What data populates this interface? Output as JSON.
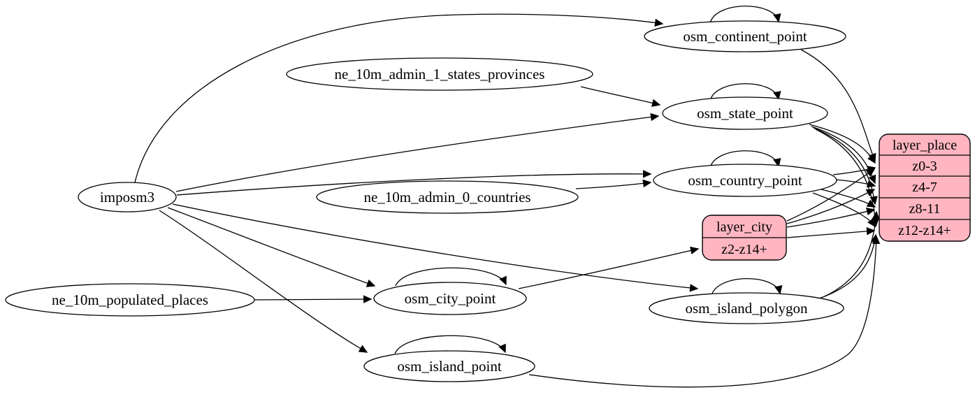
{
  "nodes": {
    "imposm3": "imposm3",
    "ne_10m_admin_1_states_provinces": "ne_10m_admin_1_states_provinces",
    "ne_10m_admin_0_countries": "ne_10m_admin_0_countries",
    "ne_10m_populated_places": "ne_10m_populated_places",
    "osm_continent_point": "osm_continent_point",
    "osm_state_point": "osm_state_point",
    "osm_country_point": "osm_country_point",
    "osm_city_point": "osm_city_point",
    "osm_island_polygon": "osm_island_polygon",
    "osm_island_point": "osm_island_point"
  },
  "layer_city": {
    "title": "layer_city",
    "rows": [
      "z2-z14+"
    ]
  },
  "layer_place": {
    "title": "layer_place",
    "rows": [
      "z0-3",
      "z4-7",
      "z8-11",
      "z12-z14+"
    ]
  },
  "colors": {
    "record_fill": "#ffb6c1",
    "node_fill": "#ffffff",
    "edge": "#000000",
    "background": "#ffffff"
  },
  "edges": [
    {
      "from": "imposm3",
      "to": "osm_continent_point"
    },
    {
      "from": "imposm3",
      "to": "osm_state_point"
    },
    {
      "from": "imposm3",
      "to": "osm_country_point"
    },
    {
      "from": "imposm3",
      "to": "osm_city_point"
    },
    {
      "from": "imposm3",
      "to": "osm_island_polygon"
    },
    {
      "from": "imposm3",
      "to": "osm_island_point"
    },
    {
      "from": "ne_10m_admin_1_states_provinces",
      "to": "osm_state_point"
    },
    {
      "from": "ne_10m_admin_0_countries",
      "to": "osm_country_point"
    },
    {
      "from": "ne_10m_populated_places",
      "to": "osm_city_point"
    },
    {
      "from": "osm_continent_point",
      "to": "osm_continent_point"
    },
    {
      "from": "osm_state_point",
      "to": "osm_state_point"
    },
    {
      "from": "osm_country_point",
      "to": "osm_country_point"
    },
    {
      "from": "osm_city_point",
      "to": "osm_city_point"
    },
    {
      "from": "osm_island_polygon",
      "to": "osm_island_polygon"
    },
    {
      "from": "osm_island_point",
      "to": "osm_island_point"
    },
    {
      "from": "osm_continent_point",
      "to": "layer_place",
      "to_row": "z0-3"
    },
    {
      "from": "osm_state_point",
      "to": "layer_place",
      "to_row": "z0-3"
    },
    {
      "from": "osm_state_point",
      "to": "layer_place",
      "to_row": "z4-7"
    },
    {
      "from": "osm_state_point",
      "to": "layer_place",
      "to_row": "z8-11"
    },
    {
      "from": "osm_state_point",
      "to": "layer_place",
      "to_row": "z12-z14+"
    },
    {
      "from": "osm_country_point",
      "to": "layer_place",
      "to_row": "z0-3"
    },
    {
      "from": "osm_country_point",
      "to": "layer_place",
      "to_row": "z4-7"
    },
    {
      "from": "osm_country_point",
      "to": "layer_place",
      "to_row": "z8-11"
    },
    {
      "from": "osm_country_point",
      "to": "layer_place",
      "to_row": "z12-z14+"
    },
    {
      "from": "osm_city_point",
      "to": "layer_city",
      "to_row": "z2-z14+"
    },
    {
      "from": "layer_city",
      "to": "layer_place",
      "to_row": "z0-3"
    },
    {
      "from": "layer_city",
      "to": "layer_place",
      "to_row": "z4-7"
    },
    {
      "from": "layer_city",
      "to": "layer_place",
      "to_row": "z8-11"
    },
    {
      "from": "layer_city",
      "to": "layer_place",
      "to_row": "z12-z14+"
    },
    {
      "from": "osm_island_polygon",
      "to": "layer_place",
      "to_row": "z8-11"
    },
    {
      "from": "osm_island_polygon",
      "to": "layer_place",
      "to_row": "z12-z14+"
    },
    {
      "from": "osm_island_point",
      "to": "layer_place",
      "to_row": "z12-z14+"
    }
  ]
}
